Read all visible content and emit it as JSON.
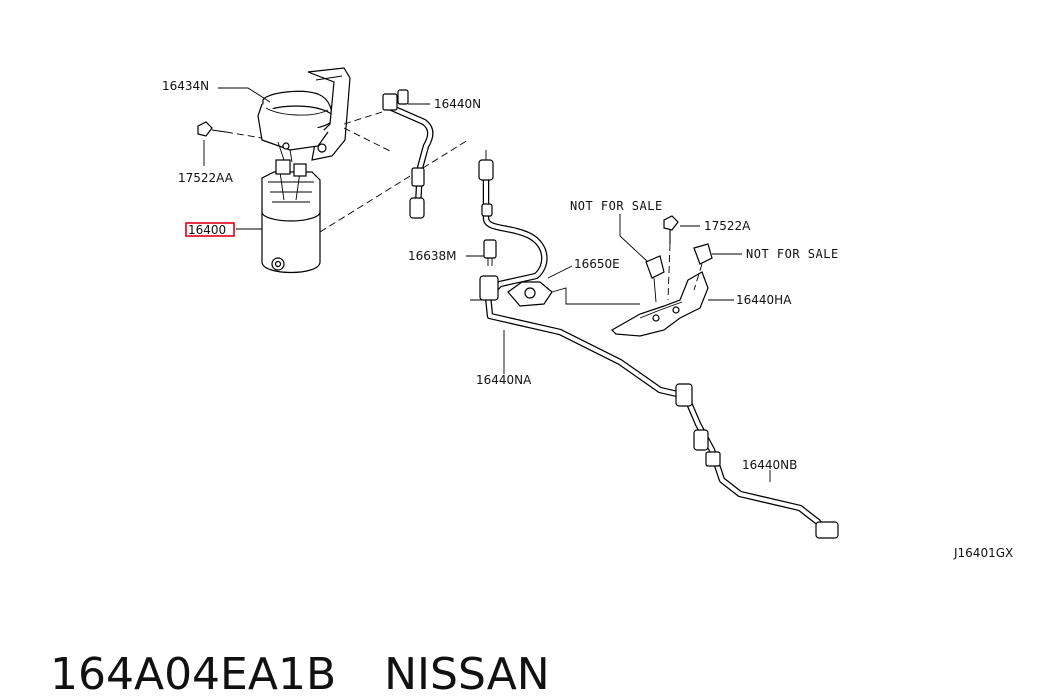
{
  "diagram": {
    "callouts": [
      {
        "id": "16434N",
        "text": "16434N"
      },
      {
        "id": "17522AA",
        "text": "17522AA"
      },
      {
        "id": "16400",
        "text": "16400",
        "highlighted": true,
        "highlight_color": "#e0001b"
      },
      {
        "id": "16440N",
        "text": "16440N"
      },
      {
        "id": "16638M",
        "text": "16638M"
      },
      {
        "id": "16650E",
        "text": "16650E"
      },
      {
        "id": "16440NA",
        "text": "16440NA"
      },
      {
        "id": "17522A",
        "text": "17522A"
      },
      {
        "id": "16440HA",
        "text": "16440HA"
      },
      {
        "id": "16440NB",
        "text": "16440NB"
      },
      {
        "id": "nfs1",
        "text": "NOT FOR SALE"
      },
      {
        "id": "nfs2",
        "text": "NOT FOR SALE"
      }
    ],
    "drawing_code": "J16401GX"
  },
  "footer": {
    "part_number": "164A04EA1B",
    "brand": "NISSAN"
  }
}
